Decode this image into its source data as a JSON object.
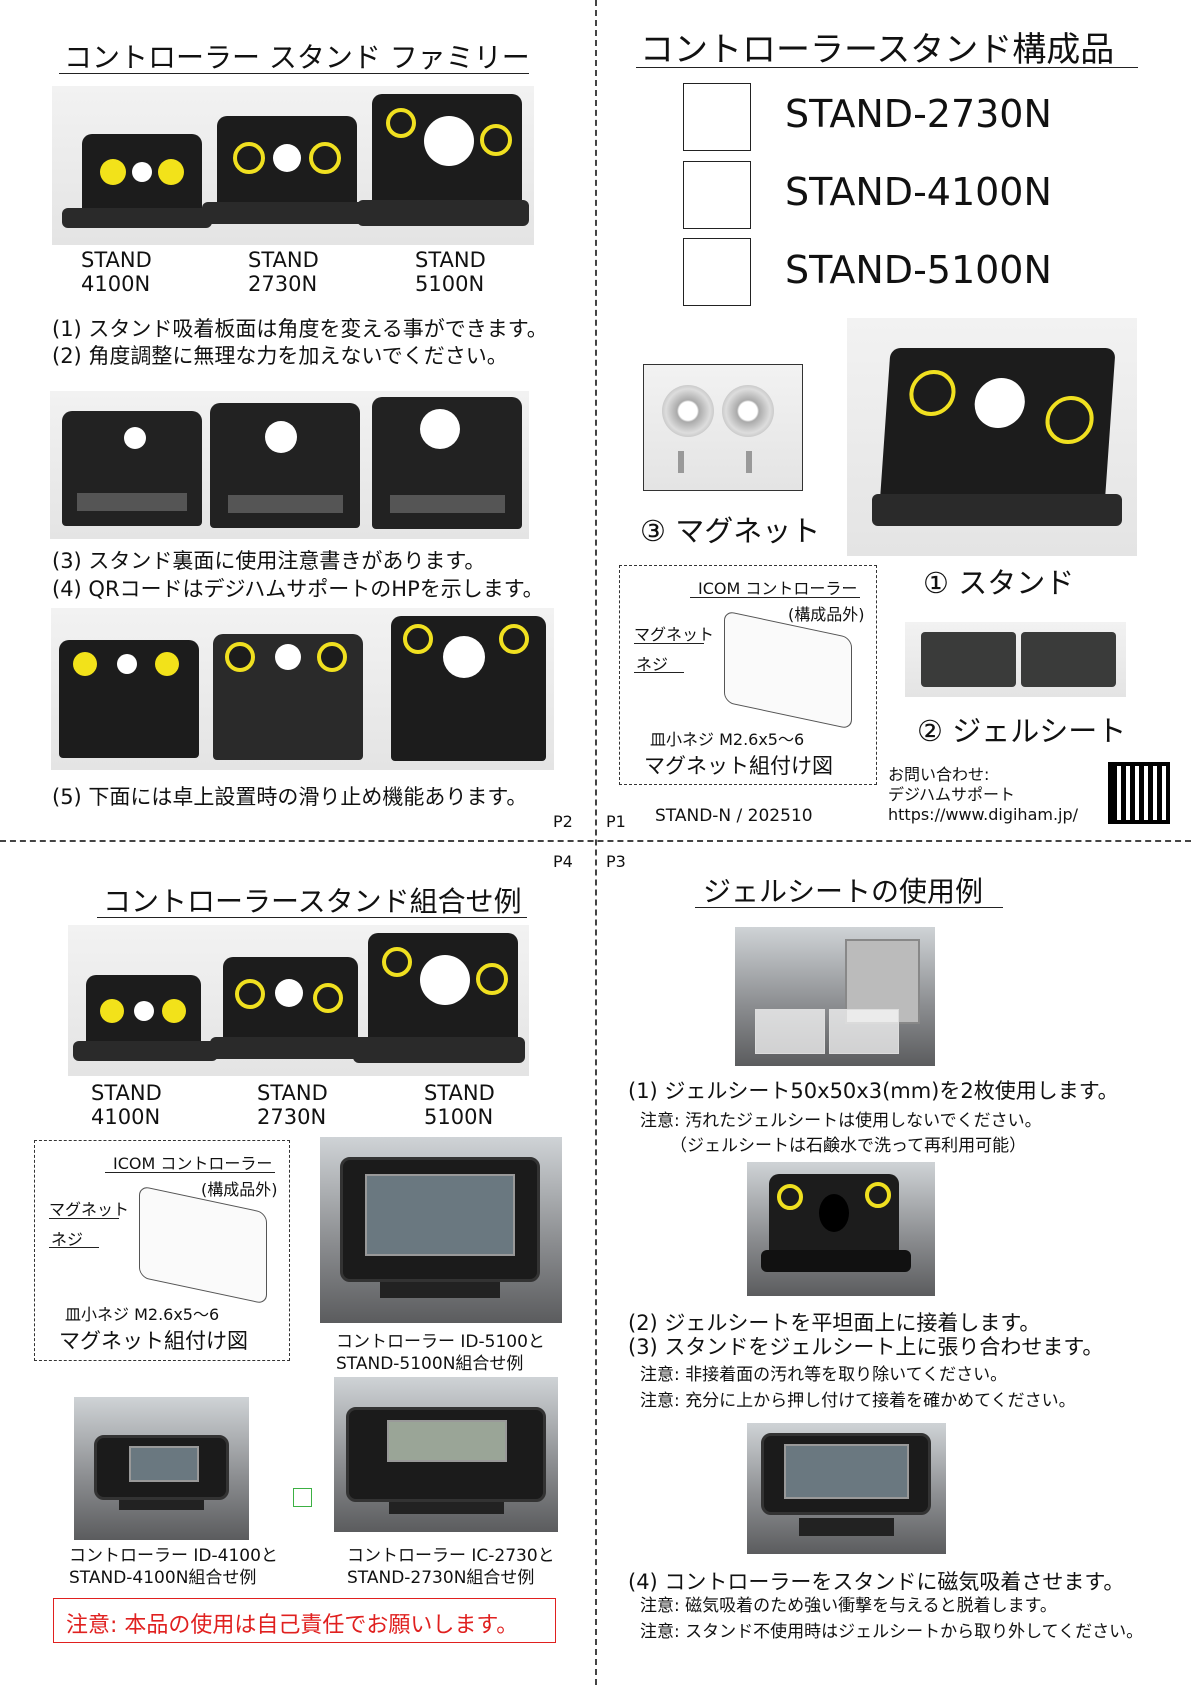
{
  "p2": {
    "title": "コントローラー スタンド ファミリー",
    "stands": [
      {
        "line1": "STAND",
        "line2": "4100N"
      },
      {
        "line1": "STAND",
        "line2": "2730N"
      },
      {
        "line1": "STAND",
        "line2": "5100N"
      }
    ],
    "notes": [
      "(1) スタンド吸着板面は角度を変える事ができます。",
      "(2) 角度調整に無理な力を加えないでください。",
      "(3) スタンド裏面に使用注意書きがあります。",
      "(4) QRコードはデジハムサポートのHPを示します。",
      "(5) 下面には卓上設置時の滑り止め機能あります。"
    ],
    "page_label": "P2"
  },
  "p1": {
    "page_label": "P1",
    "title": "コントローラースタンド構成品",
    "checklist": [
      {
        "label": "STAND-2730N",
        "checked": false
      },
      {
        "label": "STAND-4100N",
        "checked": false
      },
      {
        "label": "STAND-5100N",
        "checked": false
      }
    ],
    "magnet_label": "③ マグネット",
    "stand_label": "① スタンド",
    "gel_label": "② ジェルシート",
    "diagram": {
      "controller": "ICOM コントローラー",
      "excluded": "(構成品外)",
      "magnet": "マグネット",
      "screw": "ネジ",
      "screw_spec": "皿小ネジ M2.6x5～6",
      "caption": "マグネット組付け図"
    },
    "doc_id": "STAND-N / 202510",
    "contact": {
      "label": "お問い合わせ:",
      "name": "デジハムサポート",
      "url": "https://www.digiham.jp/"
    }
  },
  "p4": {
    "page_label": "P4",
    "title": "コントローラースタンド組合せ例",
    "stands": [
      {
        "line1": "STAND",
        "line2": "4100N"
      },
      {
        "line1": "STAND",
        "line2": "2730N"
      },
      {
        "line1": "STAND",
        "line2": "5100N"
      }
    ],
    "diagram": {
      "controller": "ICOM コントローラー",
      "excluded": "(構成品外)",
      "magnet": "マグネット",
      "screw": "ネジ",
      "screw_spec": "皿小ネジ M2.6x5～6",
      "caption": "マグネット組付け図"
    },
    "examples": [
      {
        "line1": "コントローラー ID-5100と",
        "line2": "STAND-5100N組合せ例"
      },
      {
        "line1": "コントローラー ID-4100と",
        "line2": "STAND-4100N組合せ例"
      },
      {
        "line1": "コントローラー IC-2730と",
        "line2": "STAND-2730N組合せ例"
      }
    ],
    "warning": "注意: 本品の使用は自己責任でお願いします。",
    "warning_color": "#e0201f"
  },
  "p3": {
    "page_label": "P3",
    "title": "ジェルシートの使用例",
    "step1": "(1) ジェルシート50x50x3(mm)を2枚使用します。",
    "step1_note1": "注意: 汚れたジェルシートは使用しないでください。",
    "step1_note2": "（ジェルシートは石鹸水で洗って再利用可能）",
    "step2": "(2) ジェルシートを平坦面上に接着します。",
    "step3": "(3) スタンドをジェルシート上に張り合わせます。",
    "step3_note1": "注意: 非接着面の汚れ等を取り除いてください。",
    "step3_note2": "注意: 充分に上から押し付けて接着を確かめてください。",
    "step4": "(4) コントローラーをスタンドに磁気吸着させます。",
    "step4_note1": "注意: 磁気吸着のため強い衝撃を与えると脱着します。",
    "step4_note2": "注意: スタンド不使用時はジェルシートから取り外してください。"
  }
}
